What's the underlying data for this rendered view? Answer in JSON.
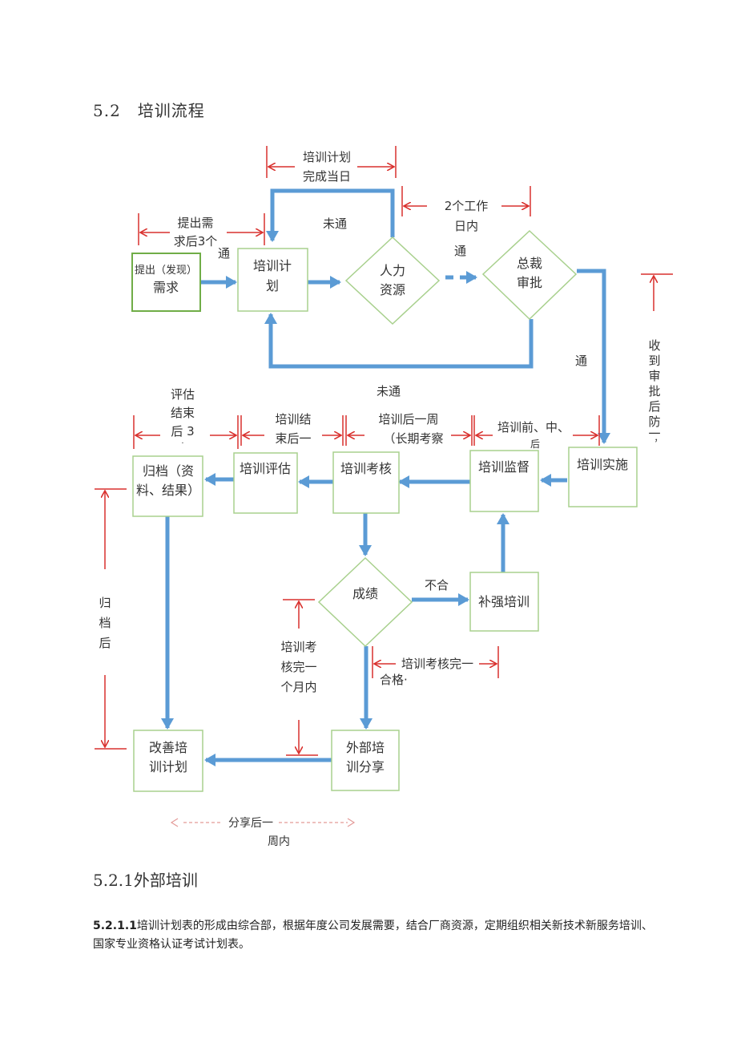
{
  "section_heading": "5.2　培训流程",
  "subsection_heading": "5.2.1外部培训",
  "paragraph": {
    "number": "5.2.1.1",
    "text": "培训计划表的形成由综合部，根据年度公司发展需要，结合厂商资源，定期组织相关新技术新服务培训、国家专业资格认证考试计划表。"
  },
  "flowchart": {
    "nodes": {
      "need": [
        "提出（发现）",
        "需求"
      ],
      "plan": [
        "培训计",
        "划"
      ],
      "hr": [
        "人力",
        "资源"
      ],
      "ceo": [
        "总裁",
        "审批"
      ],
      "implement": [
        "培训实施"
      ],
      "supervise": [
        "培训监督"
      ],
      "exam": [
        "培训考核"
      ],
      "evaluate": [
        "培训评估"
      ],
      "archive": [
        "归档（资",
        "料、结果）"
      ],
      "score": [
        "成绩"
      ],
      "remedial": [
        "补强培训"
      ],
      "share": [
        "外部培",
        "训分享"
      ],
      "improve": [
        "改善培",
        "训计划"
      ]
    },
    "edge_labels": {
      "weitong_top": "未通",
      "tong_hr": "通",
      "tong_need": "通",
      "tong_ceo": "通",
      "weitong_bottom": "未通",
      "buhe": "不合",
      "hege": "合格·"
    },
    "time_notes": {
      "t_need": [
        "提出需",
        "求后3个"
      ],
      "t_plan": [
        "培训计划",
        "完成当日"
      ],
      "t_hr": [
        "2个工作",
        "日内"
      ],
      "t_ceo": [
        "收",
        "到",
        "审",
        "批",
        "后",
        "防",
        "一",
        "，"
      ],
      "t_archive_v": [
        "归",
        "档",
        "后"
      ],
      "t_eval": [
        "评估",
        "结束",
        "后 3",
        "·"
      ],
      "t_train_end": [
        "培训结",
        "束后一"
      ],
      "t_exam_week": [
        "培训后一周",
        "（长期考察"
      ],
      "t_during": [
        "培训前、中、",
        "后"
      ],
      "t_month": [
        "培训考",
        "核完一",
        "个月内"
      ],
      "t_exam_done": "培训考核完一",
      "t_share_after": "分享后一",
      "t_share_week": "周内"
    }
  }
}
